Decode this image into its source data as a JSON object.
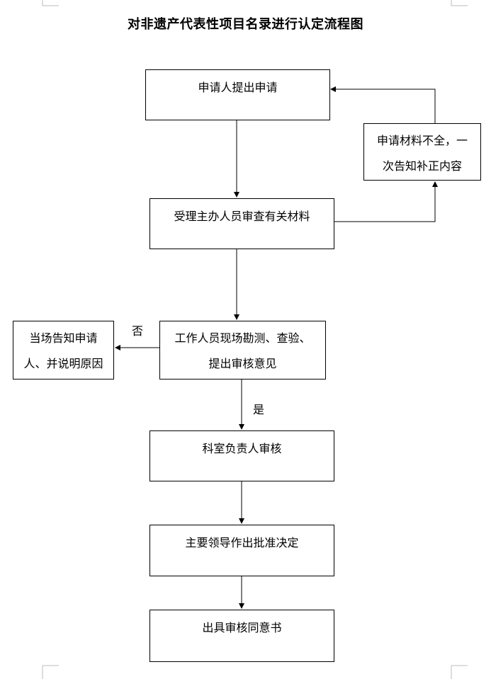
{
  "title": "对非遗产代表性项目名录进行认定流程图",
  "nodes": {
    "apply": {
      "text": "申请人提出申请"
    },
    "incomplete": {
      "line1": "申请材料不全，一",
      "line2": "次告知补正内容"
    },
    "accept": {
      "text": "受理主办人员审查有关材料"
    },
    "inspect": {
      "line1": "工作人员现场勘测、查验、",
      "line2": "提出审核意见"
    },
    "reject": {
      "line1": "当场告知申请",
      "line2": "人、并说明原因"
    },
    "section_review": {
      "text": "科室负责人审核"
    },
    "leader_decision": {
      "text": "主要领导作出批准决定"
    },
    "issue": {
      "text": "出具审核同意书"
    }
  },
  "edge_labels": {
    "no": "否",
    "yes": "是"
  }
}
